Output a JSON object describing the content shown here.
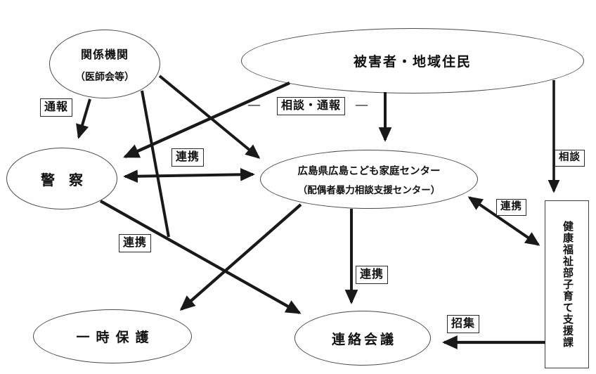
{
  "diagram": {
    "background_color": "#fefefe",
    "line_color": "#191919",
    "nodes": {
      "related_orgs": {
        "line1": "関係機関",
        "line2": "（医師会等）",
        "shape": "ellipse"
      },
      "victims": {
        "label": "被害者・地域住民",
        "shape": "ellipse"
      },
      "police": {
        "label": "警　察",
        "shape": "ellipse"
      },
      "center": {
        "line1": "広島県広島こども家庭センター",
        "line2": "（配偶者暴力相談支援センター）",
        "shape": "ellipse"
      },
      "support_division": {
        "label": "健康福祉部子育て支援課",
        "shape": "rect",
        "text_orientation": "vertical"
      },
      "temporary_protection": {
        "label": "一時保護",
        "shape": "ellipse"
      },
      "liaison_conference": {
        "label": "連絡会議",
        "shape": "ellipse"
      }
    },
    "edge_labels": {
      "report": "通報",
      "consult_report": "相談・通報",
      "dash_left": "—",
      "dash_right": "—",
      "cooperation_police_center": "連携",
      "cooperation_police_conference": "連携",
      "cooperation_center_conference": "連携",
      "cooperation_center_division": "連携",
      "consult": "相談",
      "convene": "招集"
    },
    "edges": [
      {
        "from": "related_orgs",
        "to": "police",
        "label": "通報",
        "type": "arrow"
      },
      {
        "from": "related_orgs",
        "to": "center",
        "label": "",
        "type": "arrow"
      },
      {
        "from": "related_orgs",
        "to": "police_conference_link",
        "label": "",
        "type": "line"
      },
      {
        "from": "victims",
        "to": "police",
        "label": "相談・通報",
        "type": "arrow"
      },
      {
        "from": "victims",
        "to": "center",
        "label": "相談・通報",
        "type": "arrow"
      },
      {
        "from": "victims",
        "to": "support_division",
        "label": "相談",
        "type": "arrow"
      },
      {
        "from": "police",
        "to": "center",
        "label": "連携",
        "type": "double-arrow"
      },
      {
        "from": "police",
        "to": "liaison_conference",
        "label": "連携",
        "type": "arrow"
      },
      {
        "from": "center",
        "to": "temporary_protection",
        "label": "",
        "type": "arrow"
      },
      {
        "from": "center",
        "to": "liaison_conference",
        "label": "連携",
        "type": "arrow"
      },
      {
        "from": "center",
        "to": "support_division",
        "label": "連携",
        "type": "double-arrow"
      },
      {
        "from": "support_division",
        "to": "liaison_conference",
        "label": "招集",
        "type": "arrow"
      }
    ]
  }
}
